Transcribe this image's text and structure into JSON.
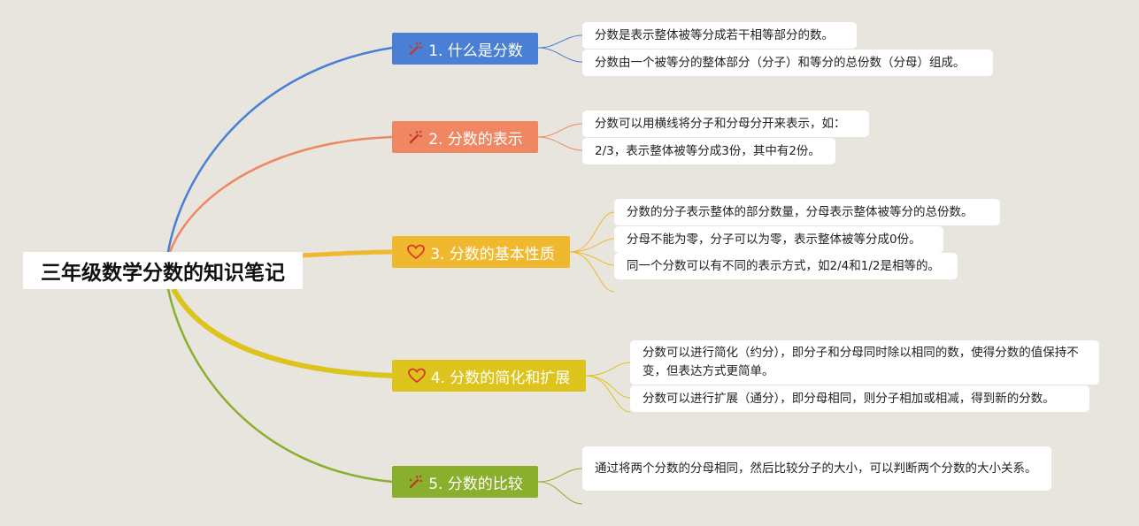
{
  "title": "三年级数学分数的知识笔记",
  "colors": {
    "background": "#e8e5de",
    "branch_blue": "#4a7fd6",
    "branch_orange": "#f08763",
    "branch_yellow": "#f0b82e",
    "branch_mustard": "#dcc41c",
    "branch_green": "#8aaf2c"
  },
  "branches": [
    {
      "label": "1. 什么是分数",
      "icon": "sparkle-wand-icon",
      "notes": [
        "分数是表示整体被等分成若干相等部分的数。",
        "分数由一个被等分的整体部分（分子）和等分的总份数（分母）组成。"
      ]
    },
    {
      "label": "2. 分数的表示",
      "icon": "sparkle-wand-icon",
      "notes": [
        "分数可以用横线将分子和分母分开来表示，如：",
        "2/3，表示整体被等分成3份，其中有2份。"
      ]
    },
    {
      "label": "3. 分数的基本性质",
      "icon": "heart-icon",
      "notes": [
        "分数的分子表示整体的部分数量，分母表示整体被等分的总份数。",
        "分母不能为零，分子可以为零，表示整体被等分成0份。",
        "同一个分数可以有不同的表示方式，如2/4和1/2是相等的。"
      ]
    },
    {
      "label": "4. 分数的简化和扩展",
      "icon": "heart-icon",
      "notes": [
        "分数可以进行简化（约分），即分子和分母同时除以相同的数，使得分数的值保持不变，但表达方式更简单。",
        "分数可以进行扩展（通分），即分母相同，则分子相加或相减，得到新的分数。"
      ]
    },
    {
      "label": "5. 分数的比较",
      "icon": "sparkle-wand-icon",
      "notes": [
        "通过将两个分数的分母相同，然后比较分子的大小，可以判断两个分数的大小关系。"
      ]
    }
  ]
}
